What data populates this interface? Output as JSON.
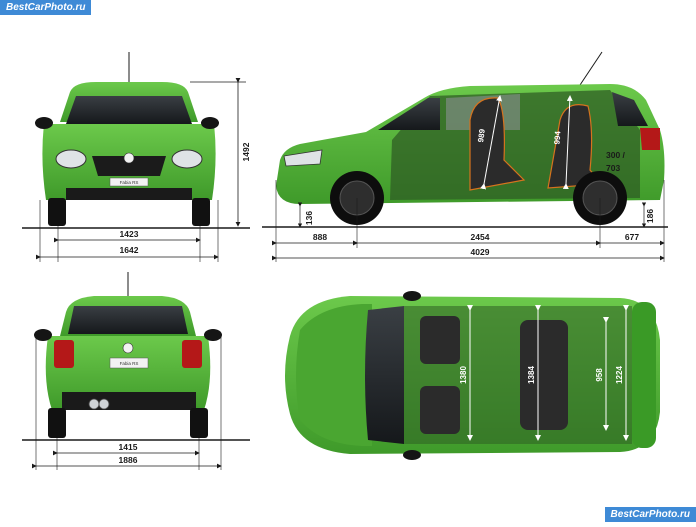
{
  "watermark": {
    "top": "BestCarPhoto.ru",
    "bottom": "BestCarPhoto.ru"
  },
  "colors": {
    "body_green": "#55b53a",
    "dark_green": "#2f7a1f",
    "dim_line": "#1a1a1a",
    "watermark_bg": "#3e8ad6"
  },
  "front_view": {
    "plate": "Fabia RS",
    "height": "1492",
    "track": "1423",
    "width": "1642"
  },
  "side_view": {
    "front_overhang": "888",
    "wheelbase": "2454",
    "rear_overhang": "677",
    "length": "4029",
    "front_clearance": "136",
    "rear_clearance": "186",
    "front_headroom": "989",
    "rear_headroom": "994",
    "trunk_label_a": "300 /",
    "trunk_label_b": "703"
  },
  "rear_view": {
    "plate": "Fabia RS",
    "track": "1415",
    "width": "1886"
  },
  "top_view": {
    "front_interior_width": "1380",
    "rear_interior_width": "1384",
    "trunk_width": "958",
    "rear_width": "1224"
  }
}
